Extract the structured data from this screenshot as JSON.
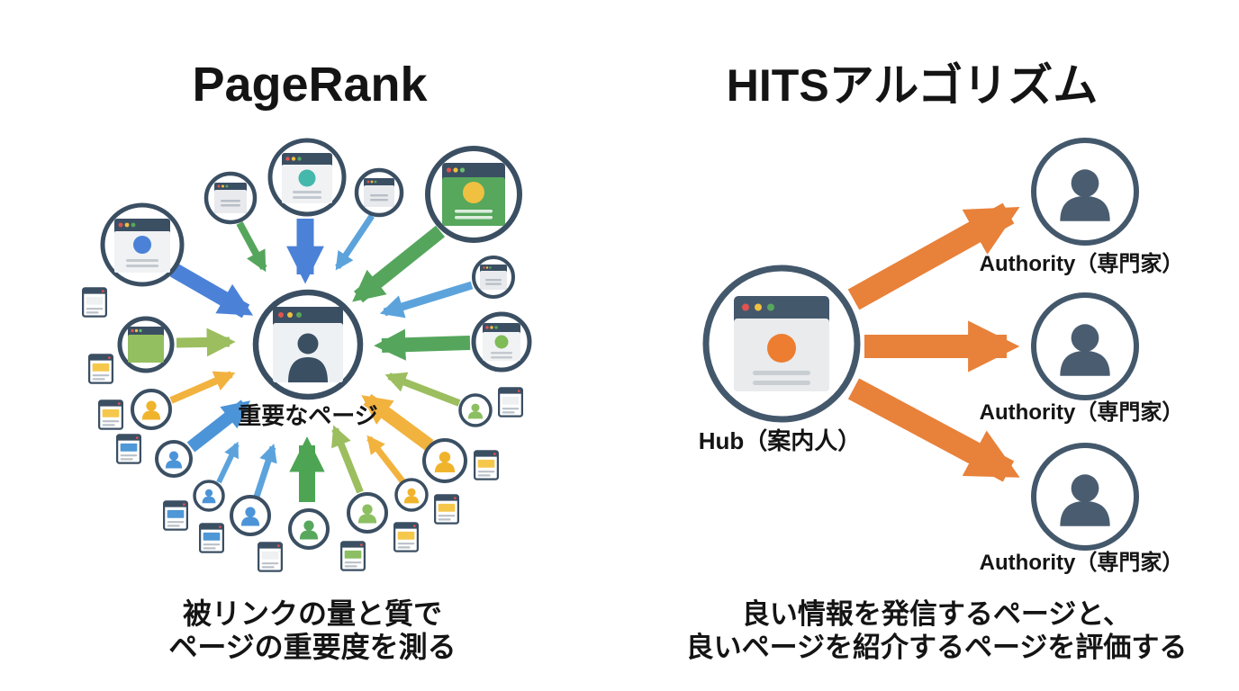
{
  "left_panel": {
    "title": "PageRank",
    "center_label": "重要なページ",
    "caption_line1": "被リンクの量と質で",
    "caption_line2": "ページの重要度を測る"
  },
  "right_panel": {
    "title": "HITSアルゴリズム",
    "hub_label": "Hub（案内人）",
    "authority_labels": [
      "Authority（専門家）",
      "Authority（専門家）",
      "Authority（専門家）"
    ],
    "caption_line1": "良い情報を発信するページと、",
    "caption_line2": "良いページを紹介するページを評価する"
  },
  "colors": {
    "background": "#ffffff",
    "node_outline": "#3b4f63",
    "blue_arrow": "#4b82d8",
    "medium_blue_arrow": "#4c94d8",
    "light_blue_arrow": "#5ca3dc",
    "green_arrow": "#55a65c",
    "dark_green_arrow": "#4da554",
    "olive_arrow": "#9cbe5f",
    "yellow_arrow": "#f2b23e",
    "orange_arrow": "#e8813a",
    "teal_accent": "#45b8ac",
    "yellow_accent": "#f0c040",
    "red_dot": "#e0534f",
    "person_fill": "#4a5d70"
  },
  "icons": {
    "central": "browser-window-with-person-icon",
    "hub": "browser-window-with-orange-dot-icon",
    "authority": "person-icon",
    "sources": [
      "browser-page-icon",
      "user-circle-icon",
      "document-icon"
    ]
  }
}
